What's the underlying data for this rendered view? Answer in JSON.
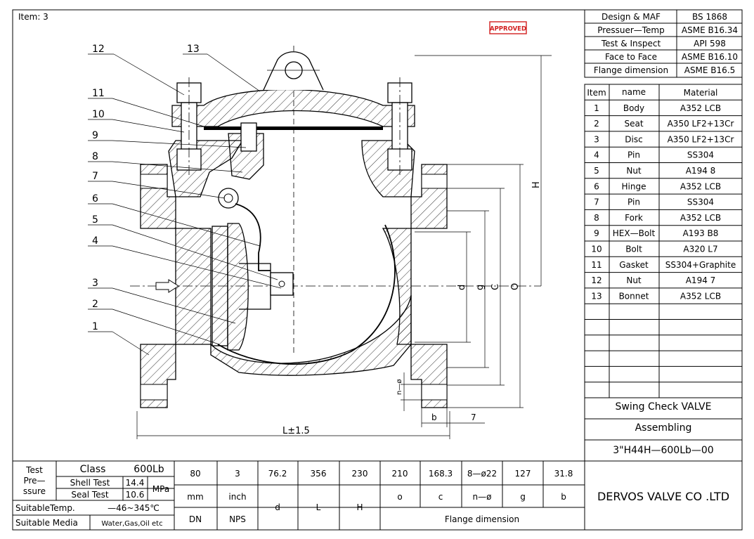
{
  "item_label": "Item: 3",
  "approved": "APPROVED",
  "standards": [
    {
      "name": "Design & MAF",
      "value": "BS 1868"
    },
    {
      "name": "Pressuer—Temp",
      "value": "ASME B16.34"
    },
    {
      "name": "Test & Inspect",
      "value": "API 598"
    },
    {
      "name": "Face to Face",
      "value": "ASME B16.10"
    },
    {
      "name": "Flange dimension",
      "value": "ASME B16.5"
    }
  ],
  "bom_header": {
    "item": "Item",
    "name": "name",
    "material": "Material"
  },
  "bom": [
    {
      "item": "1",
      "name": "Body",
      "material": "A352 LCB"
    },
    {
      "item": "2",
      "name": "Seat",
      "material": "A350 LF2+13Cr"
    },
    {
      "item": "3",
      "name": "Disc",
      "material": "A350 LF2+13Cr"
    },
    {
      "item": "4",
      "name": "Pin",
      "material": "SS304"
    },
    {
      "item": "5",
      "name": "Nut",
      "material": "A194 8"
    },
    {
      "item": "6",
      "name": "Hinge",
      "material": "A352 LCB"
    },
    {
      "item": "7",
      "name": "Pin",
      "material": "SS304"
    },
    {
      "item": "8",
      "name": "Fork",
      "material": "A352 LCB"
    },
    {
      "item": "9",
      "name": "HEX—Bolt",
      "material": "A193 B8"
    },
    {
      "item": "10",
      "name": "Bolt",
      "material": "A320 L7"
    },
    {
      "item": "11",
      "name": "Gasket",
      "material": "SS304+Graphite"
    },
    {
      "item": "12",
      "name": "Nut",
      "material": "A194 7"
    },
    {
      "item": "13",
      "name": "Bonnet",
      "material": "A352 LCB"
    }
  ],
  "title": {
    "product": "Swing Check VALVE",
    "type": "Assembling",
    "model": "3\"H44H—600Lb—00",
    "company": "DERVOS VALVE CO .LTD"
  },
  "bottom": {
    "test_pressure": "Test Pre— ssure",
    "class_label": "Class",
    "class_value": "600Lb",
    "shell_test": "Shell Test",
    "shell_value": "14.4",
    "seal_test": "Seal Test",
    "seal_value": "10.6",
    "unit": "MPa",
    "suitable_temp": "SuitableTemp.",
    "temp_value": "—46~345℃",
    "suitable_media": "Suitable Media",
    "media_value": "Water,Gas,Oil etc",
    "values": [
      "80",
      "3",
      "76.2",
      "356",
      "230",
      "210",
      "168.3",
      "8—ø22",
      "127",
      "31.8"
    ],
    "units_row": [
      "mm",
      "inch",
      "o",
      "c",
      "n—ø",
      "g",
      "b"
    ],
    "dn": "DN",
    "nps": "NPS",
    "d": "d",
    "L": "L",
    "H": "H",
    "flange_dimension": "Flange dimension"
  },
  "drawing": {
    "balloons": [
      "1",
      "2",
      "3",
      "4",
      "5",
      "6",
      "7",
      "8",
      "9",
      "10",
      "11",
      "12",
      "13"
    ],
    "dim_L": "L±1.5",
    "dim_H": "H",
    "dim_d": "d",
    "dim_g": "g",
    "dim_C": "C",
    "dim_O": "O",
    "dim_b": "b",
    "dim_7": "7",
    "dim_n": "n—ø"
  }
}
